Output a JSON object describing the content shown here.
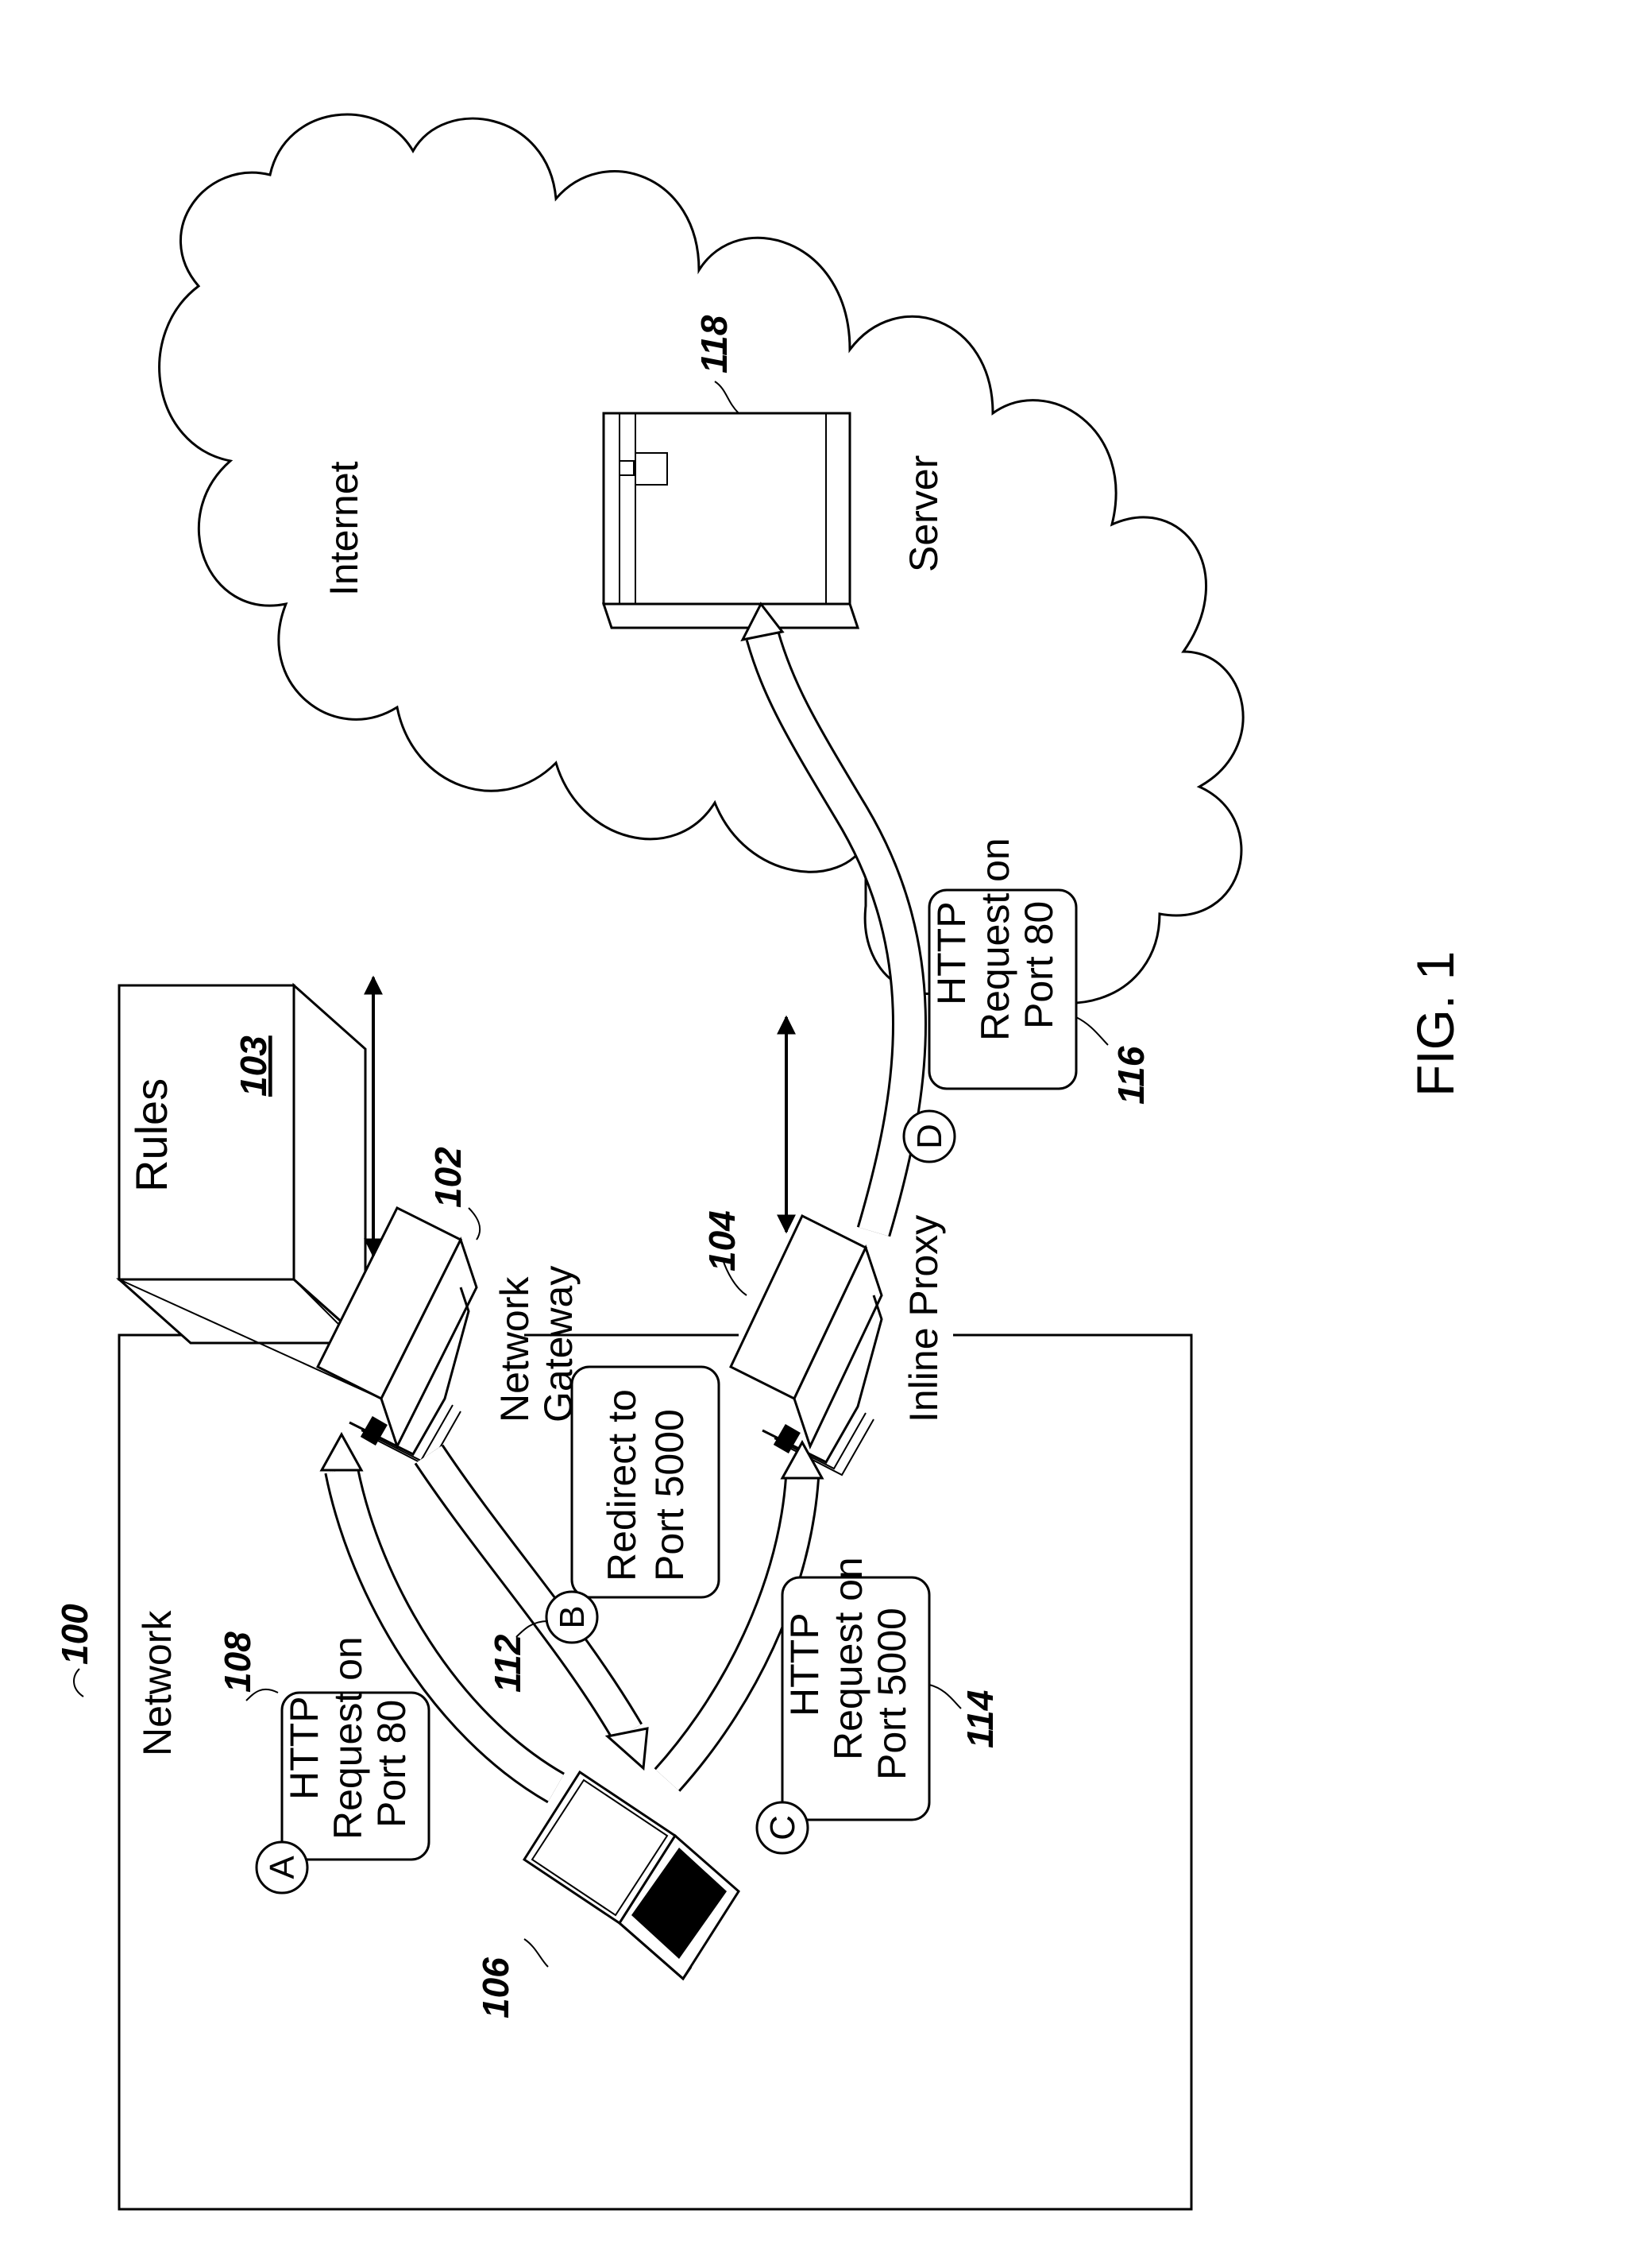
{
  "figure": {
    "caption": "FIG. 1"
  },
  "labels": {
    "network": "Network",
    "internet": "Internet",
    "server": "Server",
    "network_gateway_line1": "Network",
    "network_gateway_line2": "Gateway",
    "inline_proxy": "Inline Proxy",
    "rules": "Rules"
  },
  "refs": {
    "network": "100",
    "gateway": "102",
    "rules": "103",
    "proxy": "104",
    "client": "106",
    "msg_a": "108",
    "msg_b": "112",
    "msg_c": "114",
    "msg_d": "116",
    "server": "118"
  },
  "steps": {
    "a": "A",
    "b": "B",
    "c": "C",
    "d": "D"
  },
  "messages": {
    "a": [
      "HTTP",
      "Request on",
      "Port 80"
    ],
    "b": [
      "Redirect to",
      "Port 5000"
    ],
    "c": [
      "HTTP",
      "Request on",
      "Port 5000"
    ],
    "d": [
      "HTTP",
      "Request on",
      "Port 80"
    ]
  }
}
